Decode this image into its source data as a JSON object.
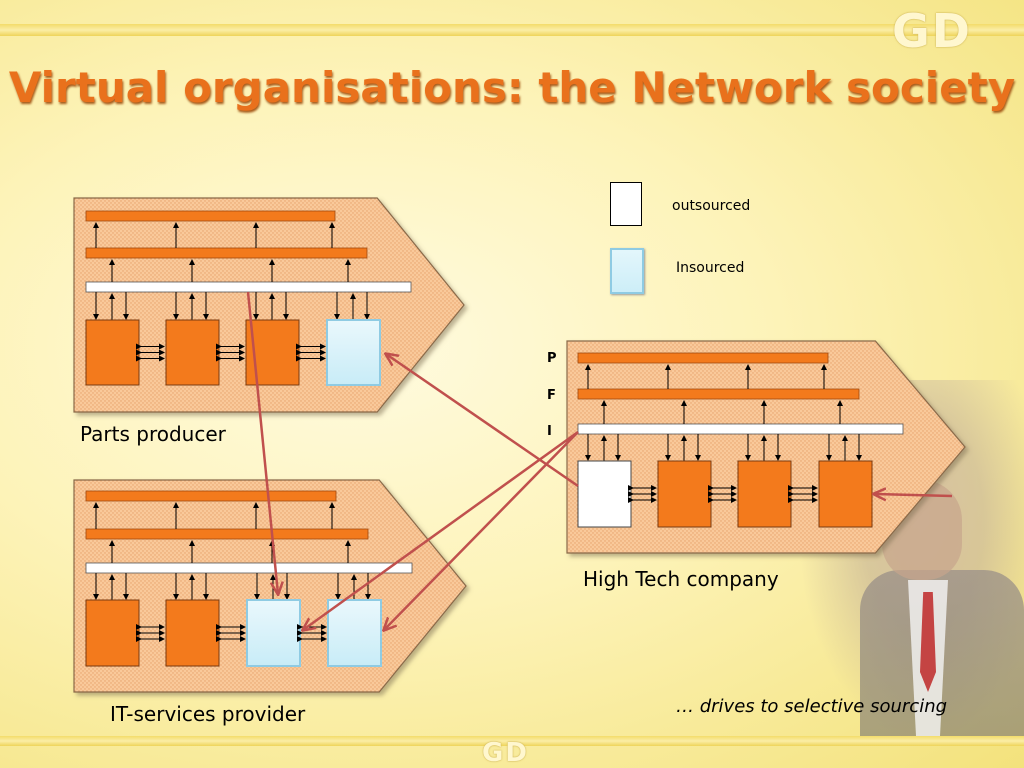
{
  "slide": {
    "title": "Virtual  organisations: the Network society",
    "footer": "… drives to selective sourcing",
    "logo_text": "GD"
  },
  "legend": [
    {
      "label": "outsourced",
      "color": "#ffffff"
    },
    {
      "label": "Insourced",
      "color": "#d6f1f9"
    }
  ],
  "layer_labels": [
    "P",
    "F",
    "I"
  ],
  "organisations": [
    {
      "name": "Parts producer",
      "boxes": [
        "orange",
        "orange",
        "orange",
        "insourced"
      ]
    },
    {
      "name": "IT-services provider",
      "boxes": [
        "orange",
        "orange",
        "insourced",
        "insourced"
      ]
    },
    {
      "name": "High Tech company",
      "boxes": [
        "outsourced",
        "orange",
        "orange",
        "orange"
      ]
    }
  ],
  "colors": {
    "title": "#e9711c",
    "bar_orange": "#f37a1c",
    "org_fill": "#f9c99a",
    "arrow_red": "#c0504d",
    "insourced_fill": "#d6f1f9",
    "outsourced_fill": "#ffffff"
  }
}
